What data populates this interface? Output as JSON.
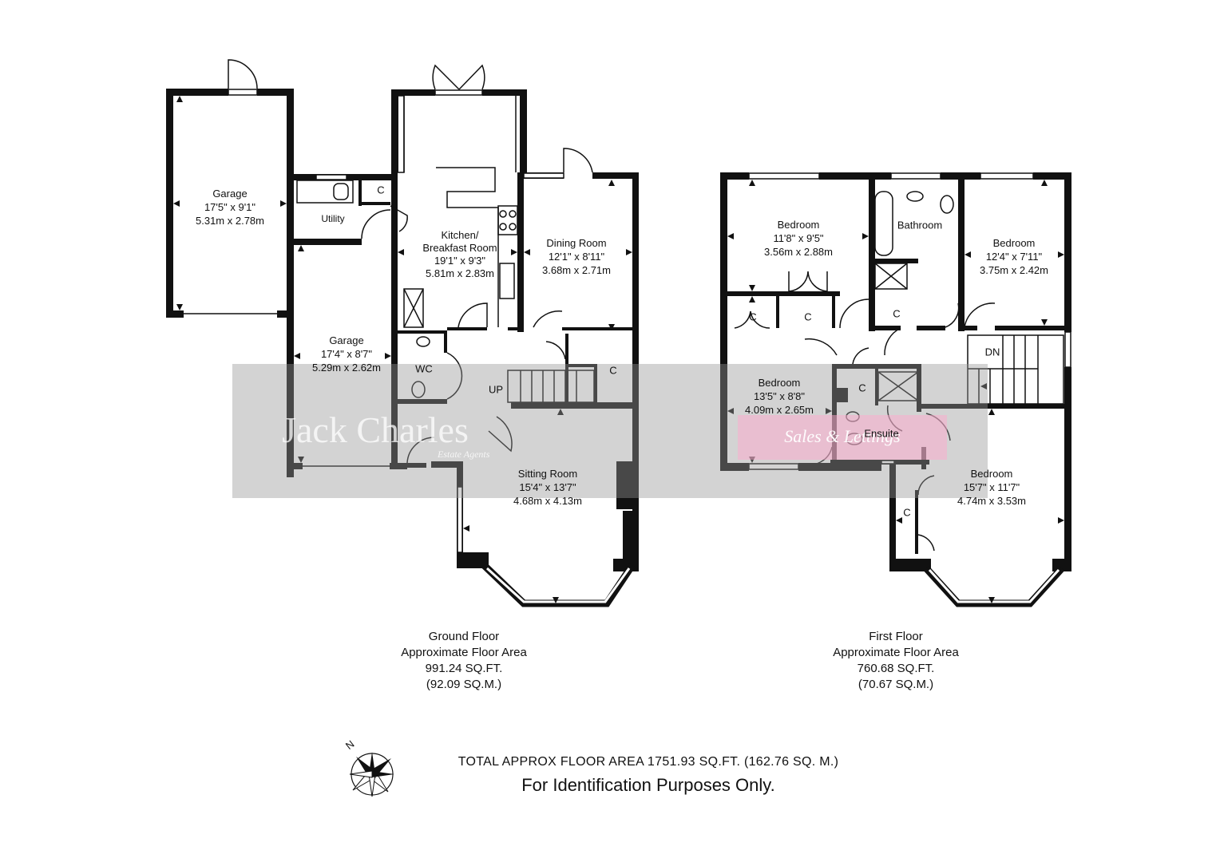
{
  "watermark": {
    "brand": "Jack Charles",
    "sub": "Estate Agents",
    "pink": "Sales & Lettings"
  },
  "ground_floor": {
    "rooms": [
      {
        "id": "garage-1",
        "name": "Garage",
        "imperial": "17'5\" x 9'1\"",
        "metric": "5.31m x 2.78m"
      },
      {
        "id": "garage-2",
        "name": "Garage",
        "imperial": "17'4\" x 8'7\"",
        "metric": "5.29m x 2.62m"
      },
      {
        "id": "kitchen",
        "name": "Kitchen/ Breakfast Room",
        "imperial": "19'1\" x 9'3\"",
        "metric": "5.81m x 2.83m"
      },
      {
        "id": "dining",
        "name": "Dining Room",
        "imperial": "12'1\" x 8'11\"",
        "metric": "3.68m x 2.71m"
      },
      {
        "id": "sitting",
        "name": "Sitting Room",
        "imperial": "15'4\" x 13'7\"",
        "metric": "4.68m x 4.13m"
      }
    ],
    "labels": {
      "utility": "Utility",
      "wc": "WC",
      "up": "UP",
      "cupboard": "C"
    },
    "area": {
      "title": "Ground Floor",
      "subtitle": "Approximate Floor Area",
      "sqft": "991.24 SQ.FT.",
      "sqm": "(92.09 SQ.M.)"
    }
  },
  "first_floor": {
    "rooms": [
      {
        "id": "bed-1",
        "name": "Bedroom",
        "imperial": "11'8\" x 9'5\"",
        "metric": "3.56m x 2.88m"
      },
      {
        "id": "bed-2",
        "name": "Bedroom",
        "imperial": "12'4\" x 7'11\"",
        "metric": "3.75m x 2.42m"
      },
      {
        "id": "bed-3",
        "name": "Bedroom",
        "imperial": "13'5\" x 8'8\"",
        "metric": "4.09m x 2.65m"
      },
      {
        "id": "bed-4",
        "name": "Bedroom",
        "imperial": "15'7\" x 11'7\"",
        "metric": "4.74m x 3.53m"
      }
    ],
    "labels": {
      "bathroom": "Bathroom",
      "ensuite": "Ensuite",
      "dn": "DN",
      "cupboard": "C"
    },
    "area": {
      "title": "First Floor",
      "subtitle": "Approximate Floor Area",
      "sqft": "760.68 SQ.FT.",
      "sqm": "(70.67 SQ.M.)"
    }
  },
  "total": "TOTAL APPROX FLOOR AREA 1751.93 SQ.FT. (162.76 SQ. M.)",
  "disclaimer": "For Identification Purposes Only.",
  "compass": {
    "north_label": "N"
  },
  "colors": {
    "wall": "#111111",
    "watermark_band": "#969696",
    "watermark_pink": "#ffaacd"
  }
}
